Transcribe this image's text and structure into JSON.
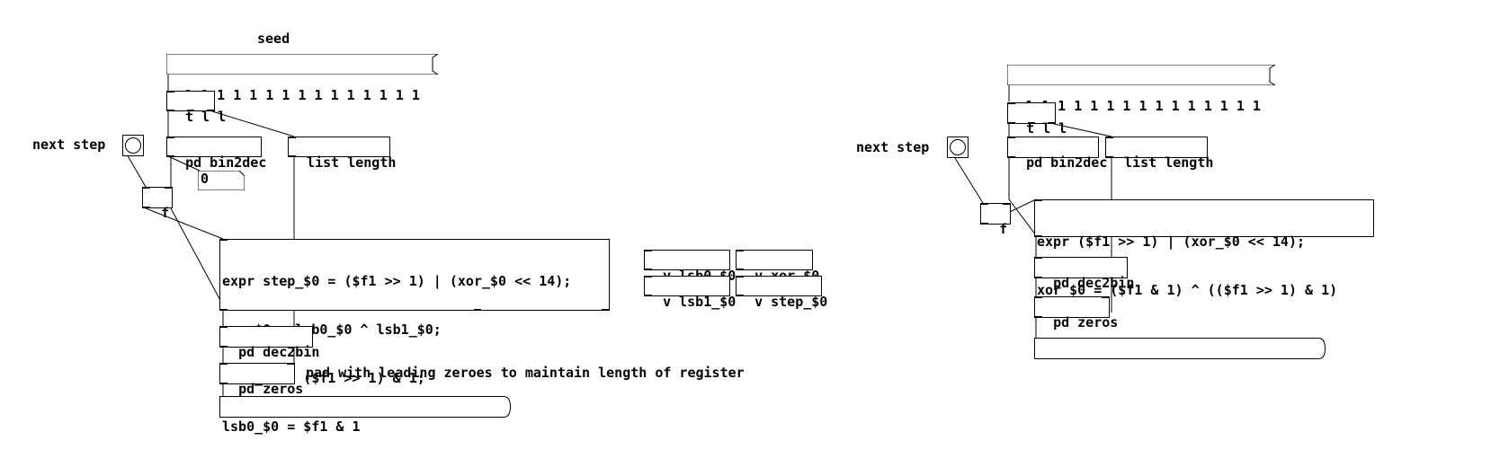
{
  "left_patch": {
    "seed_label": "seed",
    "seed_list": "1 1 1 1 1 1 1 1 1 1 1 1 1 1 1",
    "trigger": "t l l",
    "next_step_label": "next step",
    "bin2dec": "pd bin2dec",
    "list_length": "list length",
    "number_value": "0",
    "float_obj": "f",
    "expr_lines": [
      "expr step_$0 = ($f1 >> 1) | (xor_$0 << 14);",
      "xor_$0 = lsb0_$0 ^ lsb1_$0;",
      "lsb1_$0 = ($f1 >> 1) & 1;",
      "lsb0_$0 = $f1 & 1"
    ],
    "v_lsb0": "v lsb0_$0",
    "v_xor": "v xor_$0",
    "v_lsb1": "v lsb1_$0",
    "v_step": "v step_$0",
    "dec2bin": "pd dec2bin",
    "zeros": "pd zeros",
    "comment": "pad with leading zeroes to maintain length of register",
    "output_list": ""
  },
  "right_patch": {
    "seed_list": "1 1 1 1 1 1 1 1 1 1 1 1 1 1 1",
    "trigger": "t l l",
    "next_step_label": "next step",
    "bin2dec": "pd bin2dec",
    "list_length": "list length",
    "float_obj": "f",
    "expr_lines": [
      "expr ($f1 >> 1) | (xor_$0 << 14);",
      "xor_$0 = ($f1 & 1) ^ (($f1 >> 1) & 1)"
    ],
    "dec2bin": "pd dec2bin",
    "zeros": "pd zeros",
    "output_list": ""
  }
}
